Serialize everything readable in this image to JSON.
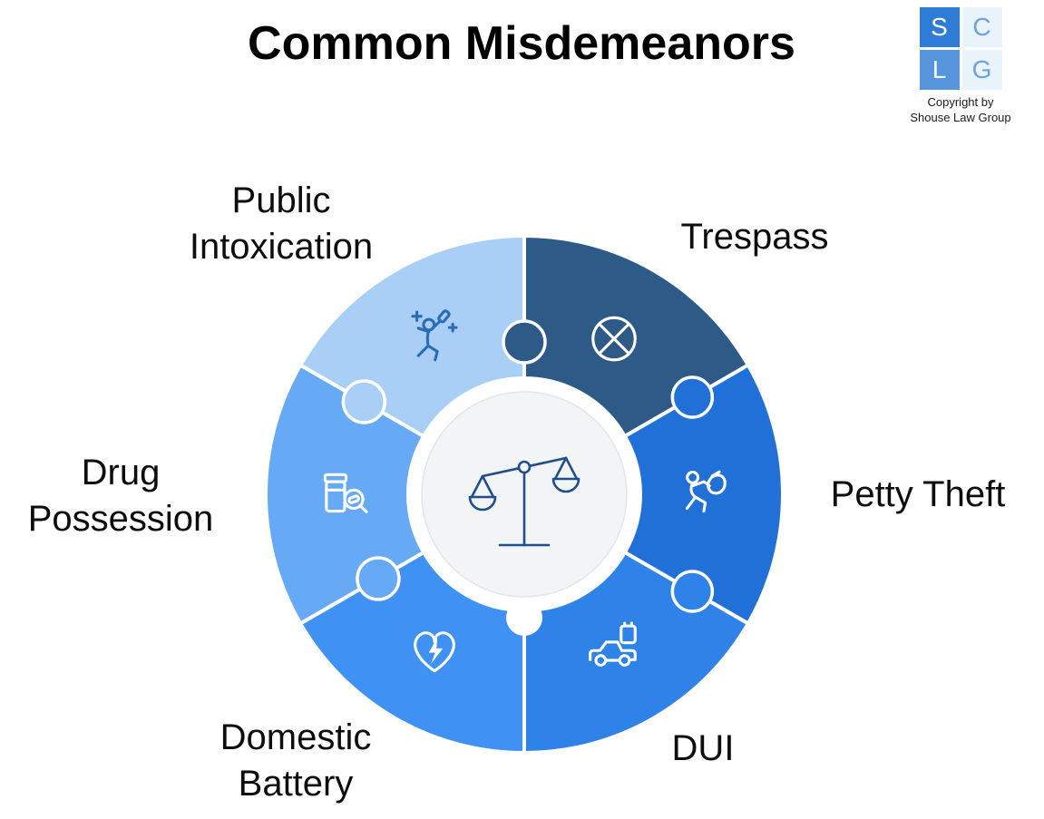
{
  "title": "Common Misdemeanors",
  "logo": {
    "letters": [
      {
        "char": "S",
        "bg": "#2e7cd6",
        "fg": "#ffffff"
      },
      {
        "char": "C",
        "bg": "#e9f3fc",
        "fg": "#6aa3dd"
      },
      {
        "char": "L",
        "bg": "#5596dd",
        "fg": "#ffffff"
      },
      {
        "char": "G",
        "bg": "#e9f3fc",
        "fg": "#6aa3dd"
      }
    ],
    "copyright_line1": "Copyright by",
    "copyright_line2": "Shouse Law Group"
  },
  "chart_data": {
    "type": "puzzle-donut",
    "title": "Common Misdemeanors",
    "center_icon": "scales-of-justice-icon",
    "center_bg": "#f2f4f6",
    "scales_color": "#1f4e8c",
    "segments": [
      {
        "label": "Trespass",
        "color": "#2e5a88",
        "icon": "no-entry-icon",
        "icon_color": "#ffffff"
      },
      {
        "label": "Petty Theft",
        "color": "#2170d8",
        "icon": "running-thief-icon",
        "icon_color": "#ffffff"
      },
      {
        "label": "DUI",
        "color": "#2f83e8",
        "icon": "car-battery-icon",
        "icon_color": "#ffffff"
      },
      {
        "label": "Domestic Battery",
        "color": "#3f92f3",
        "icon": "heart-lightning-icon",
        "icon_color": "#ffffff"
      },
      {
        "label": "Drug Possession",
        "color": "#66a9f5",
        "icon": "pill-bottle-icon",
        "icon_color": "#ffffff"
      },
      {
        "label": "Public Intoxication",
        "color": "#aacff7",
        "icon": "drunk-person-icon",
        "icon_color": "#2b6cb8"
      }
    ]
  }
}
